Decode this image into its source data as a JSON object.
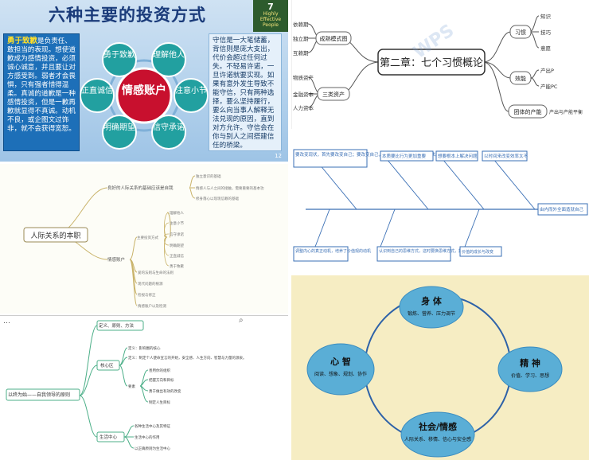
{
  "panel1": {
    "title": "六种主要的投资方式",
    "book_badge": {
      "number": "7",
      "line1": "Highly",
      "line2": "Effective",
      "line3": "People"
    },
    "left_box": {
      "highlight": "勇于致歉",
      "text": "是负责任、敢担当的表现。想使道歉成为感情投资，必须诚心诚意，并且要让对方感受到。弱者才会畏惧，只有强者惜得温柔。真诚的道歉是一种感情投资，但是一歉再歉就显得不真诚。动机不良，或企图文过饰非，就不会获得宽恕。"
    },
    "right_box": "守信是一大笔储蓄，背信则是庞大支出，代价会超过任何过失。不轻易许诺，一旦许诺就要实现。如果有意外发生导致不能守信，只有两种选择，要么坚持履行，要么向当事人解释无法兑现的原因，直到对方允许。守信会在你与别人之间搭建信任的桥梁。",
    "center_label": "情感账户",
    "nodes": [
      "勇于致歉",
      "理解他人",
      "注意小节",
      "信守承诺",
      "明确期望",
      "正直诚信"
    ],
    "page_number": "12"
  },
  "panel2": {
    "center": "第二章：七个习惯概论",
    "left_groups": [
      {
        "label": "成熟模式图",
        "items": [
          "依赖期",
          "独立期",
          "互赖期"
        ]
      },
      {
        "label": "三类资产",
        "items": [
          "物质资产",
          "金融资本",
          "人力资本"
        ]
      }
    ],
    "right_groups": [
      {
        "label": "习惯",
        "items": [
          "知识",
          "技巧",
          "意愿"
        ]
      },
      {
        "label": "效能",
        "items": [
          "产出P",
          "产能PC"
        ]
      },
      {
        "label": "团体的产能",
        "items": [
          "产出与产能平衡"
        ]
      }
    ],
    "watermark": "WPS"
  },
  "panel3": {
    "center": "人际关系的本职",
    "top_node": "良好的人际关系的基础应该是自我",
    "top_children": [
      "独立意识的基础",
      "情感人与人之间的接触，需要重要的基本功",
      "修身落心以现现信赖的基础"
    ],
    "account_node": "情感账户",
    "account_sub": "主要投资方式",
    "account_items": [
      "理解他人",
      "注意小节",
      "信守承诺",
      "明确期望",
      "正直诚信",
      "勇于致歉"
    ],
    "other_items": [
      "爱的法则与生命的法则",
      "现代问题的根源",
      "检视与修正",
      "情感账户以及检测"
    ]
  },
  "panel4": {
    "head": "由内而外全面造就自己",
    "top_boxes": [
      "要改变现状，首先要改变自己；要改变自己，先要改变我们对问题的看法。",
      "本质要比行为更加重要",
      "想要根本上解决问题",
      "以时间来改变效率太不"
    ],
    "bottom_boxes": [
      "调整内心的真正动机，培养了价值观的动机",
      "认识到自己的思维方式，这时要换思维方式，把不能改善的东西",
      "价值的成长与改变"
    ]
  },
  "panel5": {
    "root": "以终为始——自我领导的原则",
    "branches": [
      {
        "label": "定义、原则、方法",
        "items": []
      },
      {
        "label": "核心区",
        "items": [
          "定义：影响圈的核心",
          "定义：制定个人使命宣言的开始，安全感、人生方向、智慧与力量的源泉。"
        ]
      },
      {
        "label": "要素",
        "items": [
          "善用你的组织",
          "把握方向和目标",
          "勇于做出有效的改变",
          "制定人生目标"
        ]
      },
      {
        "label": "生活中心",
        "items": [
          "各种生活中心及其特征",
          "生活中心的作用",
          "以正确原则为生活中心"
        ]
      }
    ]
  },
  "panel6": {
    "nodes": [
      {
        "title": "身 体",
        "text": "锻炼、营养、压力调节"
      },
      {
        "title": "精 神",
        "text": "价值、学习、思想"
      },
      {
        "title": "社会/情感",
        "text": "人际关系、移情、信心与安全感"
      },
      {
        "title": "心 智",
        "text": "阅读、想象、规划、协作"
      }
    ]
  },
  "colors": {
    "accent_blue": "#1d6fb8",
    "accent_red": "#c8102e",
    "teal_node": "#22a0a0",
    "cycle_bubble": "#5aaed6"
  }
}
